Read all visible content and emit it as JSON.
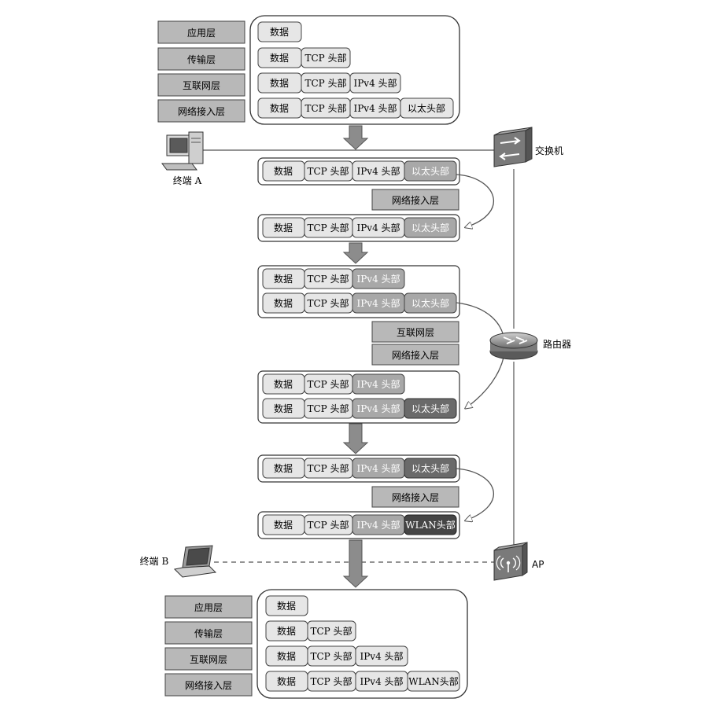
{
  "layers": [
    "应用层",
    "传输层",
    "互联网层",
    "网络接入层"
  ],
  "headers": {
    "data": "数据",
    "tcp": "TCP 头部",
    "ipv4": "IPv4 头部",
    "eth": "以太头部",
    "wlan": "WLAN头部"
  },
  "devices": {
    "terminal_a": "终端 A",
    "terminal_b": "终端 B",
    "switch": "交换机",
    "router": "路由器",
    "ap": "AP"
  },
  "process_labels": {
    "switch_layer": "网络接入层",
    "router_layer_1": "互联网层",
    "router_layer_2": "网络接入层",
    "ap_layer": "网络接入层"
  },
  "colors": {
    "cell_light": "#e6e6e6",
    "cell_mid": "#a8a8a8",
    "cell_dark": "#6a6a6a",
    "cell_darkest": "#454545",
    "layer_box": "#b8b8b8",
    "arrow_fill": "#8c8c8c"
  }
}
